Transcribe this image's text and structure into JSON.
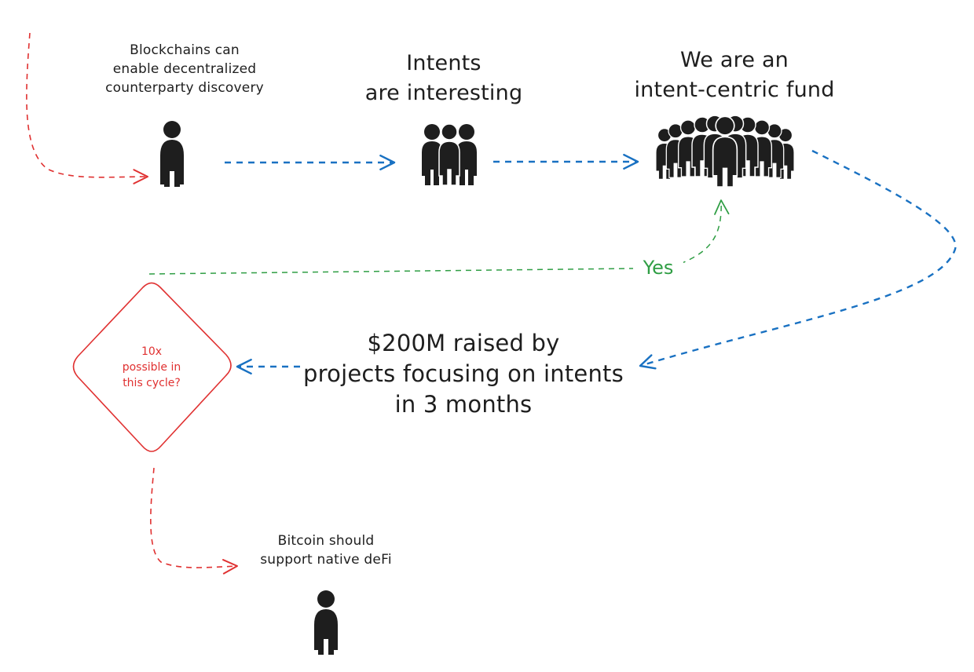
{
  "colors": {
    "ink": "#1e1e1e",
    "flow_blue": "#1971c2",
    "flow_red": "#e03131",
    "yes_green": "#2f9e44",
    "background": "#ffffff"
  },
  "nodes": {
    "blockchains": {
      "text": "Blockchains can\nenable decentralized\ncounterparty discovery",
      "icon": "single-person-icon"
    },
    "intents": {
      "text": "Intents\nare interesting",
      "icon": "small-group-icon"
    },
    "fund": {
      "text": "We are an\nintent-centric fund",
      "icon": "crowd-icon"
    },
    "raised": {
      "text": "$200M raised by\nprojects focusing on intents\nin 3 months"
    },
    "decision": {
      "text": "10x\npossible in\nthis cycle?"
    },
    "bitcoin": {
      "text": "Bitcoin should\nsupport native deFi",
      "icon": "single-person-icon"
    }
  },
  "edges": {
    "yes_label": "Yes"
  }
}
